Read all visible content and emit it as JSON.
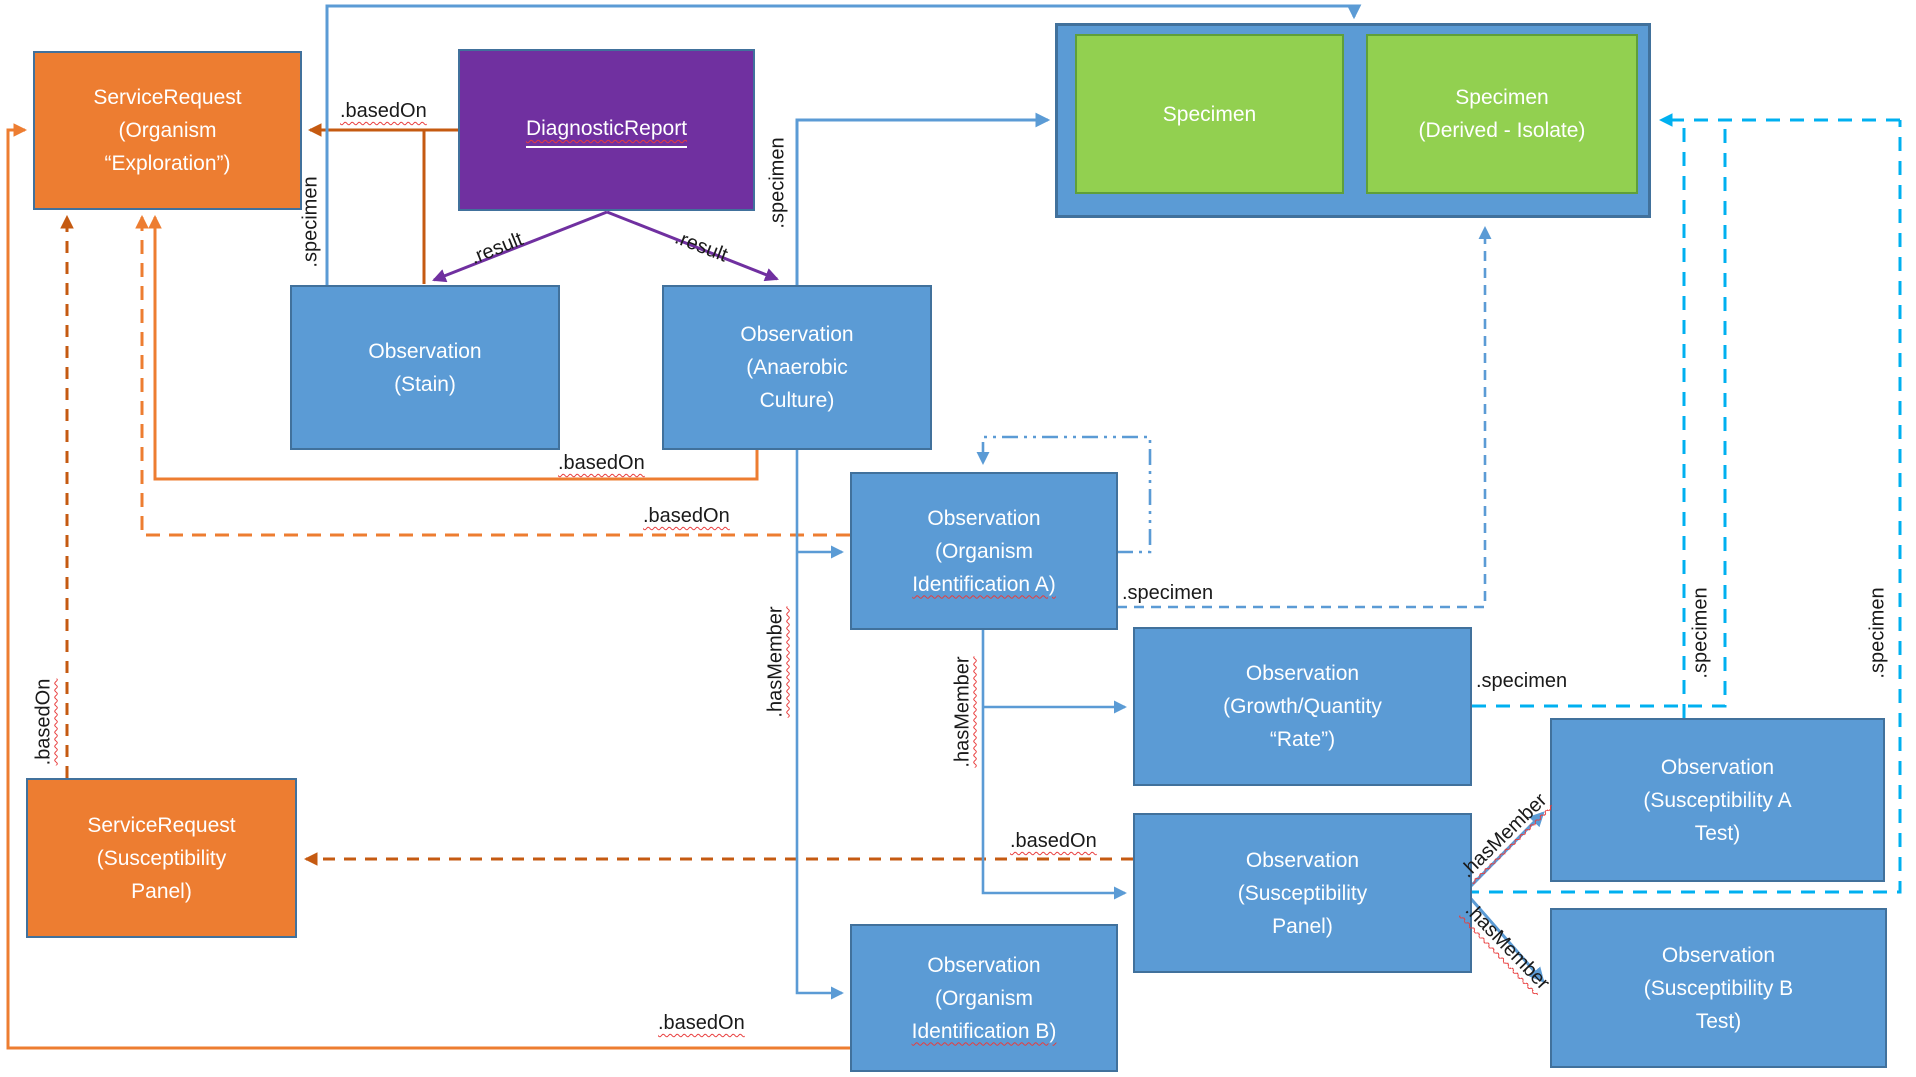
{
  "nodes": {
    "sr_organism": {
      "lines": [
        "ServiceRequest",
        "(Organism",
        "“Exploration”)"
      ]
    },
    "diagnostic_report": {
      "label": "DiagnosticReport"
    },
    "specimen": {
      "label": "Specimen"
    },
    "specimen_derived": {
      "lines": [
        "Specimen",
        "(Derived - Isolate)"
      ]
    },
    "obs_stain": {
      "lines": [
        "Observation",
        "(Stain)"
      ]
    },
    "obs_anaerobic_culture": {
      "lines": [
        "Observation",
        "(Anaerobic",
        "Culture)"
      ]
    },
    "obs_organism_id_a": {
      "lines": [
        "Observation",
        "(Organism",
        "Identification A)"
      ]
    },
    "obs_growth_quantity": {
      "lines": [
        "Observation",
        "(Growth/Quantity",
        "“Rate”)"
      ]
    },
    "obs_susceptibility_panel": {
      "lines": [
        "Observation",
        "(Susceptibility",
        "Panel)"
      ]
    },
    "obs_organism_id_b": {
      "lines": [
        "Observation",
        "(Organism",
        "Identification B)"
      ]
    },
    "obs_susceptibility_a": {
      "lines": [
        "Observation",
        "(Susceptibility A",
        "Test)"
      ]
    },
    "obs_susceptibility_b": {
      "lines": [
        "Observation",
        "(Susceptibility B",
        "Test)"
      ]
    },
    "sr_susceptibility": {
      "lines": [
        "ServiceRequest",
        "(Susceptibility",
        "Panel)"
      ]
    }
  },
  "edge_labels": {
    "based_on_dr": ".basedOn",
    "based_on_culture": ".basedOn",
    "based_on_id_a": ".basedOn",
    "based_on_id_b": ".basedOn",
    "based_on_sr_susceptibility": ".basedOn",
    "based_on_panel": ".basedOn",
    "specimen_stain": ".specimen",
    "specimen_culture": ".specimen",
    "specimen_id_a": ".specimen",
    "specimen_growth": ".specimen",
    "specimen_a_test": ".specimen",
    "specimen_panel": ".specimen",
    "result_left": ".result",
    "result_right": ".result",
    "has_member_culture": ".hasMember",
    "has_member_id_a": ".hasMember",
    "has_member_a_test": ".hasMember",
    "has_member_b_test": ".hasMember"
  },
  "colors": {
    "box_blue": "#5B9BD5",
    "box_orange": "#ED7D31",
    "box_purple": "#7030A0",
    "box_green": "#92D050",
    "border_blue_gray": "#41719C",
    "line_orange_light": "#ED7D31",
    "line_orange_dark": "#C55A11",
    "line_blue": "#5B9BD5",
    "line_cyan": "#00B0F0",
    "line_purple": "#7030A0",
    "line_green": "#70AD47",
    "spellcheck_red": "#e83c3c"
  }
}
